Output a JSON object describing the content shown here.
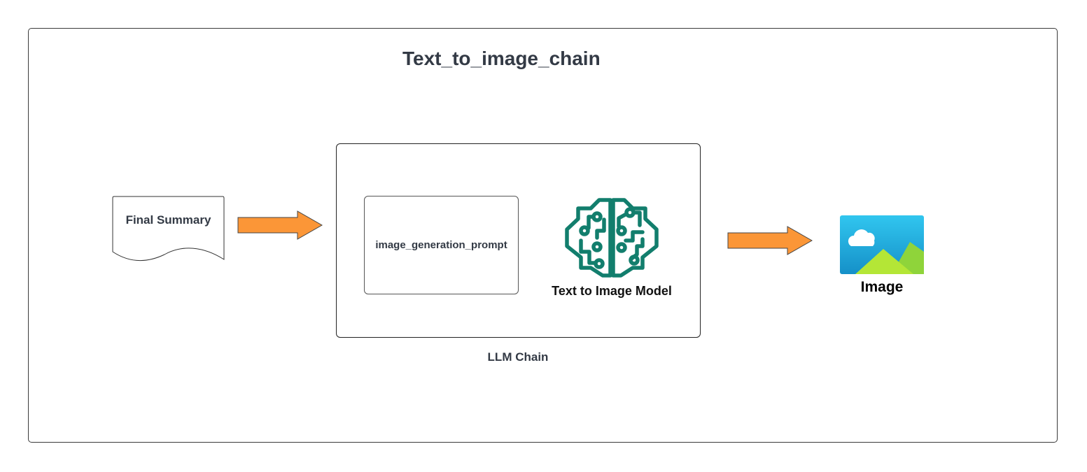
{
  "diagram": {
    "title": "Text_to_image_chain",
    "input_document": {
      "label": "Final Summary"
    },
    "chain": {
      "label": "LLM Chain",
      "prompt": {
        "label": "image_generation_prompt"
      },
      "model": {
        "label": "Text to Image Model",
        "icon": "brain-circuit-icon"
      }
    },
    "output": {
      "label": "Image",
      "icon": "image-landscape-icon"
    },
    "colors": {
      "arrow_fill": "#fb9637",
      "brain": "#127e6d",
      "text": "#333a45",
      "image_sky": "#31c6ef",
      "image_hill": "#b4e636"
    }
  }
}
